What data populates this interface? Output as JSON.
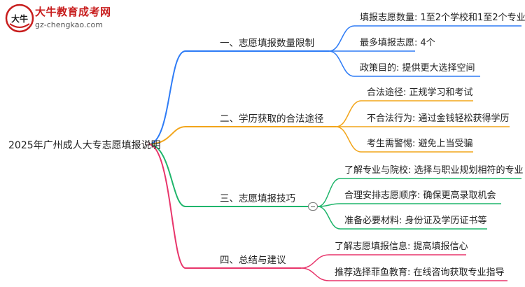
{
  "logo": {
    "title": "大牛教育成考网",
    "url": "gz-chengkao.com",
    "mark_text": "大牛"
  },
  "colors": {
    "branch1": "#2e7cf6",
    "branch2": "#f2a51a",
    "branch3": "#1fb56b",
    "branch4": "#e8356b",
    "root_line": "#2e7cf6"
  },
  "mindmap": {
    "root": "2025年广州成人大专志愿填报说明",
    "branches": [
      {
        "label": "一、志愿填报数量限制",
        "children": [
          "填报志愿数量: 1至2个学校和1至2个专业",
          "最多填报志愿: 4个",
          "政策目的: 提供更大选择空间"
        ]
      },
      {
        "label": "二、学历获取的合法途径",
        "children": [
          "合法途径: 正规学习和考试",
          "不合法行为: 通过金钱轻松获得学历",
          "考生需警惕: 避免上当受骗"
        ]
      },
      {
        "label": "三、志愿填报技巧",
        "children": [
          "了解专业与院校: 选择与职业规划相符的专业",
          "合理安排志愿顺序: 确保更高录取机会",
          "准备必要材料: 身份证及学历证书等"
        ]
      },
      {
        "label": "四、总结与建议",
        "children": [
          "了解志愿填报信息: 提高填报信心",
          "推荐选择菲鱼教育: 在线咨询获取专业指导"
        ]
      }
    ]
  }
}
